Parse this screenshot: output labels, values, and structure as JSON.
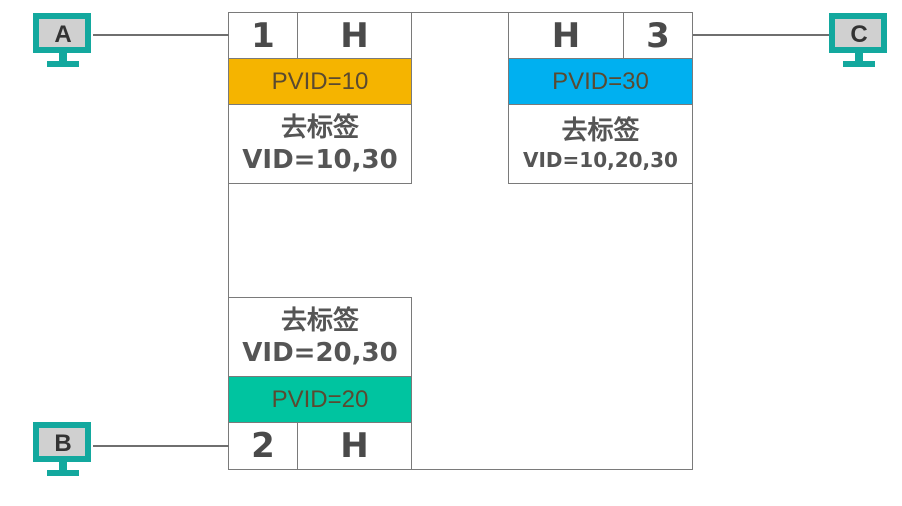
{
  "colors": {
    "pvid10": "#f5b400",
    "pvid30": "#00b0f0",
    "pvid20": "#00c4a0",
    "host_teal": "#13a89e",
    "host_screen": "#d0d0d0"
  },
  "hosts": {
    "a": {
      "label": "A",
      "icon": "computer-icon"
    },
    "b": {
      "label": "B",
      "icon": "computer-icon"
    },
    "c": {
      "label": "C",
      "icon": "computer-icon"
    }
  },
  "ports": {
    "p1": {
      "number": "1",
      "type": "H",
      "pvid": "PVID=10",
      "action": "去标签",
      "vids": "VID=10,30"
    },
    "p3": {
      "number": "3",
      "type": "H",
      "pvid": "PVID=30",
      "action": "去标签",
      "vids": "VID=10,20,30"
    },
    "p2": {
      "number": "2",
      "type": "H",
      "pvid": "PVID=20",
      "action": "去标签",
      "vids": "VID=20,30"
    }
  }
}
